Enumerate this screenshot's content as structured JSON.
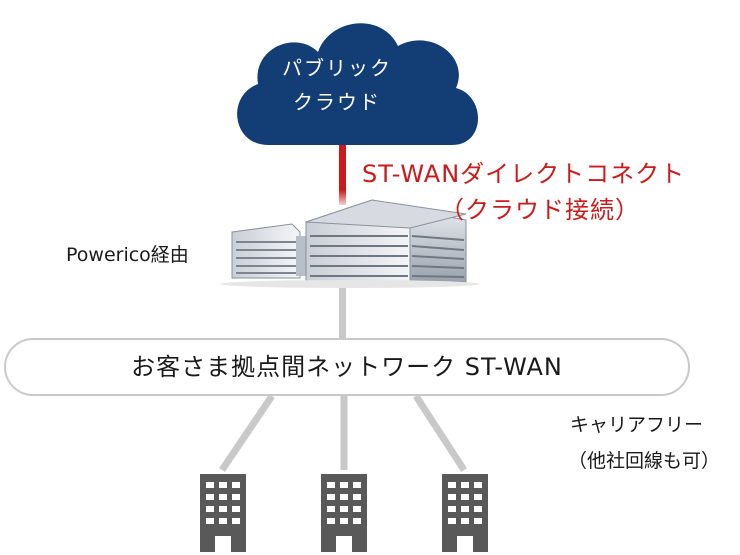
{
  "diagram": {
    "cloud": {
      "line1": "パブリック",
      "line2": "クラウド",
      "color": "#123d75"
    },
    "direct_connect": {
      "line1": "ST-WANダイレクトコネクト",
      "line2": "（クラウド接続）",
      "color": "#cc1a1a"
    },
    "datacenter": {
      "label": "Powerico経由"
    },
    "network": {
      "label": "お客さま拠点間ネットワーク ST-WAN"
    },
    "carrier": {
      "line1": "キャリアフリー",
      "line2": "（他社回線も可）"
    },
    "offices": [
      {
        "icon": "office-building-icon"
      },
      {
        "icon": "office-building-icon"
      },
      {
        "icon": "office-building-icon"
      }
    ]
  }
}
